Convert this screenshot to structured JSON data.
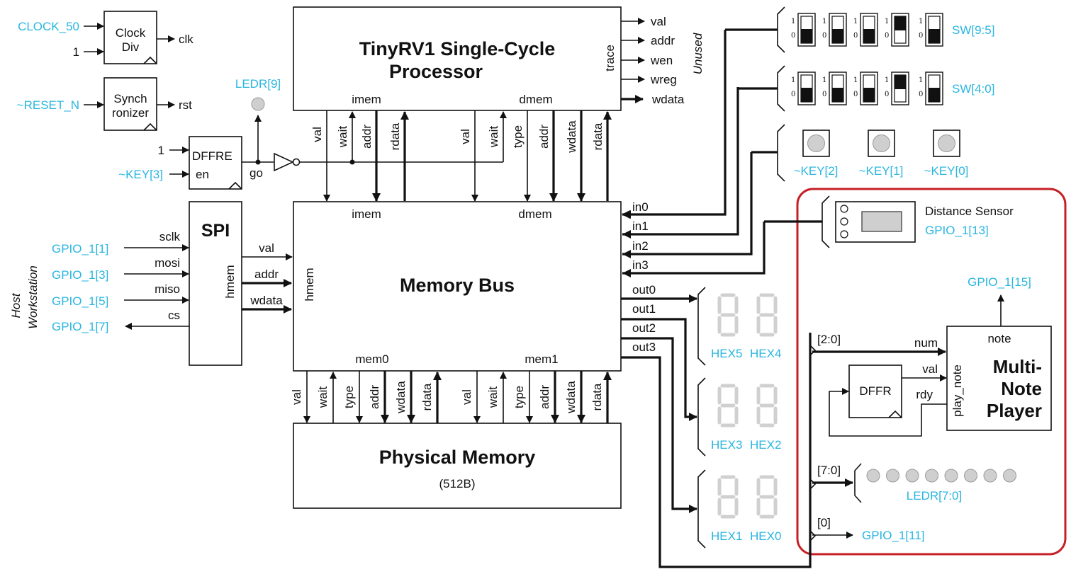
{
  "colors": {
    "signal": "#29b6e0",
    "highlight": "#c62026",
    "segment_off": "#d0d0d0",
    "led_off": "#cfcfcf"
  },
  "clockdiv": {
    "title1": "Clock",
    "title2": "Div",
    "in0": "CLOCK_50",
    "in1": "1",
    "out": "clk"
  },
  "sync": {
    "title1": "Synch",
    "title2": "ronizer",
    "in": "~RESET_N",
    "out": "rst"
  },
  "dffre": {
    "title": "DFFRE",
    "en": "en",
    "in_d": "1",
    "in_en": "~KEY[3]",
    "out": "go",
    "led": "LEDR[9]"
  },
  "proc": {
    "title1": "TinyRV1 Single-Cycle",
    "title2": "Processor",
    "imem": "imem",
    "dmem": "dmem",
    "trace": "trace",
    "trace_outputs": [
      "val",
      "addr",
      "wen",
      "wreg",
      "wdata"
    ],
    "unused": "Unused",
    "imem_signals": [
      "val",
      "wait",
      "addr",
      "rdata"
    ],
    "dmem_signals": [
      "val",
      "wait",
      "type",
      "addr",
      "wdata",
      "rdata"
    ]
  },
  "spi": {
    "title": "SPI",
    "hmem": "hmem",
    "host1": "Host",
    "host2": "Workstation",
    "pins": [
      {
        "sig": "sclk",
        "pin": "GPIO_1[1]"
      },
      {
        "sig": "mosi",
        "pin": "GPIO_1[3]"
      },
      {
        "sig": "miso",
        "pin": "GPIO_1[5]"
      },
      {
        "sig": "cs",
        "pin": "GPIO_1[7]"
      }
    ],
    "outputs": [
      "val",
      "addr",
      "wdata"
    ]
  },
  "bus": {
    "title": "Memory Bus",
    "imem": "imem",
    "dmem": "dmem",
    "hmem": "hmem",
    "mem0": "mem0",
    "mem1": "mem1",
    "inputs": [
      "in0",
      "in1",
      "in2",
      "in3"
    ],
    "outputs": [
      "out0",
      "out1",
      "out2",
      "out3"
    ]
  },
  "phys": {
    "title": "Physical Memory",
    "size": "(512B)",
    "mem0_signals": [
      "val",
      "wait",
      "type",
      "addr",
      "wdata",
      "rdata"
    ],
    "mem1_signals": [
      "val",
      "wait",
      "type",
      "addr",
      "wdata",
      "rdata"
    ]
  },
  "switches": {
    "sw95": {
      "label": "SW[9:5]",
      "values": [
        0,
        0,
        0,
        1,
        0
      ]
    },
    "sw40": {
      "label": "SW[4:0]",
      "values": [
        0,
        0,
        0,
        1,
        0
      ]
    },
    "one": "1",
    "zero": "0"
  },
  "keys": [
    "~KEY[2]",
    "~KEY[1]",
    "~KEY[0]"
  ],
  "hex": [
    [
      "HEX5",
      "HEX4"
    ],
    [
      "HEX3",
      "HEX2"
    ],
    [
      "HEX1",
      "HEX0"
    ]
  ],
  "sensor": {
    "title": "Distance Sensor",
    "pin": "GPIO_1[13]"
  },
  "player": {
    "title1": "Multi-",
    "title2": "Note",
    "title3": "Player",
    "note": "note",
    "port": "play_note",
    "num": "num",
    "val": "val",
    "rdy": "rdy",
    "out_pin": "GPIO_1[15]",
    "slice": "[2:0]",
    "dffr": "DFFR"
  },
  "leds": {
    "slice": "[7:0]",
    "label": "LEDR[7:0]",
    "count": 8
  },
  "gpio11": {
    "slice": "[0]",
    "pin": "GPIO_1[11]"
  }
}
